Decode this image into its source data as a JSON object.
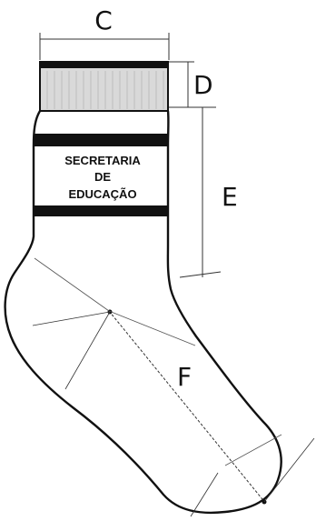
{
  "dimensions": {
    "c_label": "C",
    "d_label": "D",
    "e_label": "E",
    "f_label": "F"
  },
  "sock_label": {
    "line1": "SECRETARIA",
    "line2": "DE",
    "line3": "EDUCAÇÃO"
  },
  "colors": {
    "outline": "#111111",
    "band": "#111111",
    "cuff_fill": "#d9d9d9",
    "background": "#ffffff"
  }
}
